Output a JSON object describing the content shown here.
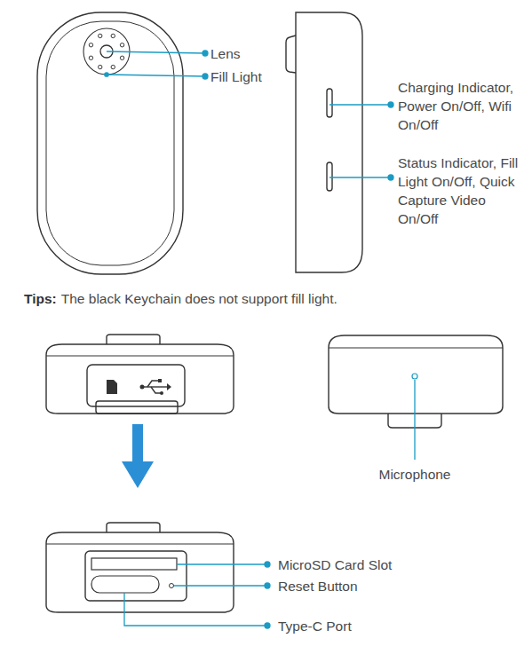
{
  "diagram": {
    "labels": [
      "Lens",
      "Fill Light",
      "Charging Indicator, Power On/Off, Wifi On/Off",
      "Status Indicator, Fill Light On/Off, Quick Capture Video On/Off",
      "Tips:",
      "The black Keychain does not support fill light.",
      "Microphone",
      "MicroSD Card Slot",
      "Reset Button",
      "Type-C Port"
    ]
  }
}
